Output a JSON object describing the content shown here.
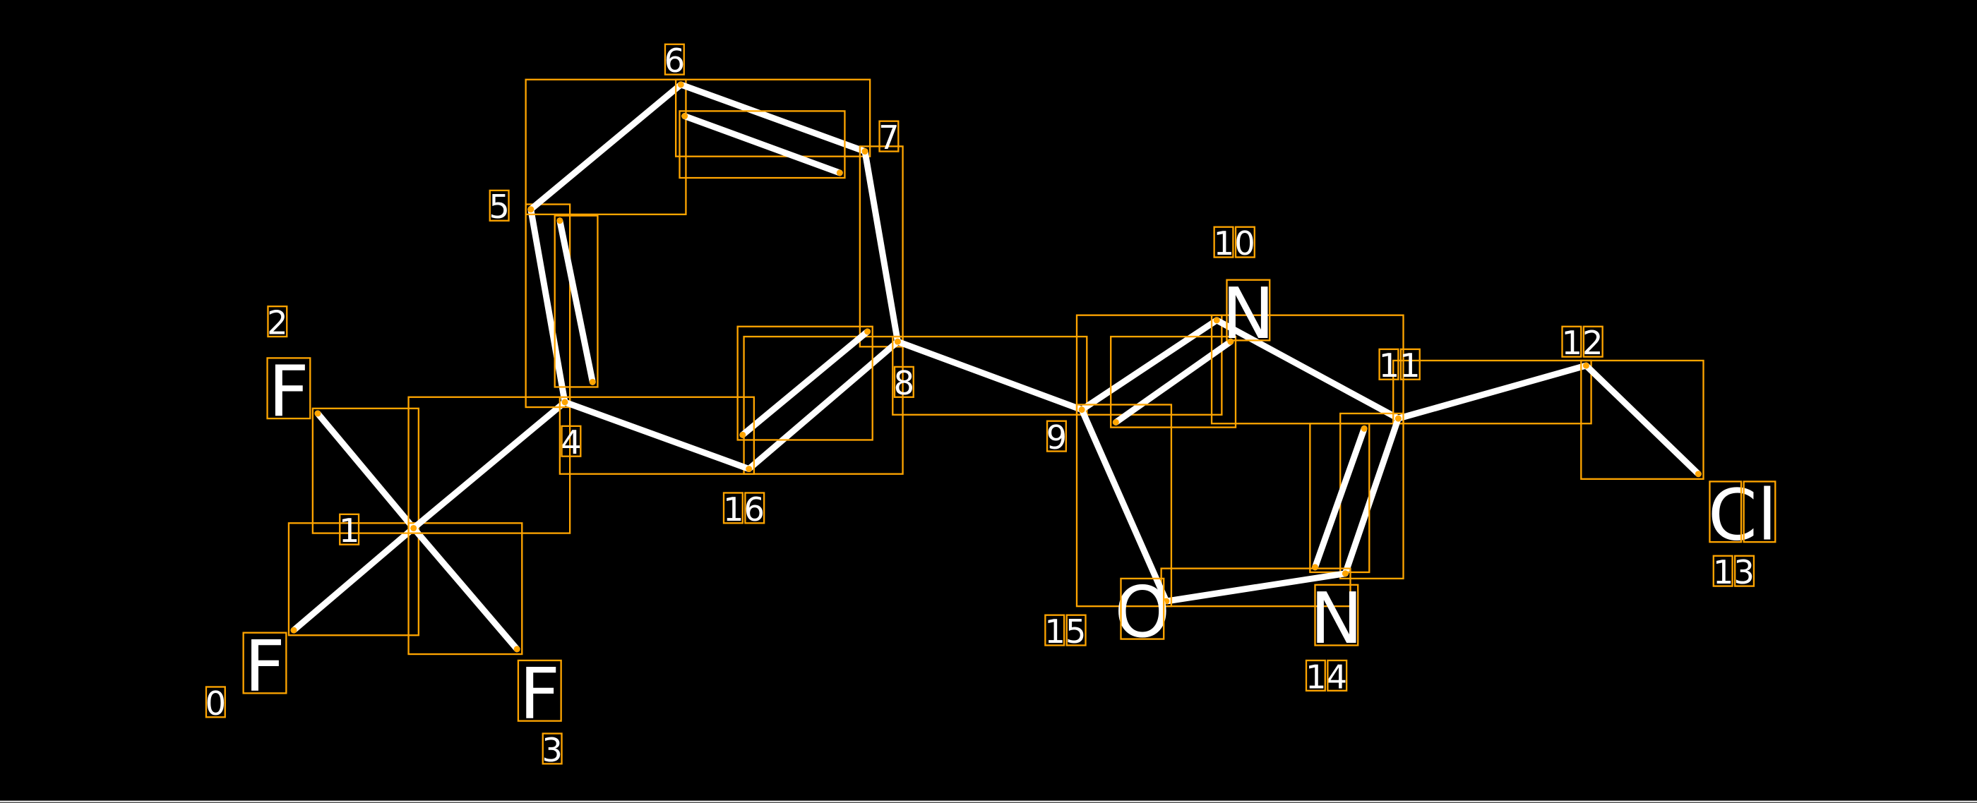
{
  "diagram": {
    "title": "molecule-graph",
    "colors": {
      "background": "#000000",
      "bond": "#FFFFFF",
      "box": "#FFA500"
    },
    "atoms": [
      {
        "index": "0",
        "symbol": "F"
      },
      {
        "index": "1",
        "symbol": ""
      },
      {
        "index": "2",
        "symbol": "F"
      },
      {
        "index": "3",
        "symbol": "F"
      },
      {
        "index": "4",
        "symbol": ""
      },
      {
        "index": "5",
        "symbol": ""
      },
      {
        "index": "6",
        "symbol": ""
      },
      {
        "index": "7",
        "symbol": ""
      },
      {
        "index": "8",
        "symbol": ""
      },
      {
        "index": "9",
        "symbol": ""
      },
      {
        "index": "10",
        "symbol": "N"
      },
      {
        "index": "11",
        "symbol": ""
      },
      {
        "index": "12",
        "symbol": ""
      },
      {
        "index": "13",
        "symbol": "Cl"
      },
      {
        "index": "14",
        "symbol": "N"
      },
      {
        "index": "15",
        "symbol": "O"
      },
      {
        "index": "16",
        "symbol": ""
      }
    ],
    "bonds": [
      {
        "a": 1,
        "b": 0,
        "order": 1
      },
      {
        "a": 1,
        "b": 2,
        "order": 1
      },
      {
        "a": 1,
        "b": 3,
        "order": 1
      },
      {
        "a": 1,
        "b": 4,
        "order": 1
      },
      {
        "a": 4,
        "b": 5,
        "order": 2
      },
      {
        "a": 5,
        "b": 6,
        "order": 1
      },
      {
        "a": 6,
        "b": 7,
        "order": 2
      },
      {
        "a": 7,
        "b": 8,
        "order": 1
      },
      {
        "a": 8,
        "b": 16,
        "order": 2
      },
      {
        "a": 16,
        "b": 4,
        "order": 1
      },
      {
        "a": 8,
        "b": 9,
        "order": 1
      },
      {
        "a": 9,
        "b": 10,
        "order": 2
      },
      {
        "a": 10,
        "b": 11,
        "order": 1
      },
      {
        "a": 11,
        "b": 12,
        "order": 1
      },
      {
        "a": 12,
        "b": 13,
        "order": 1
      },
      {
        "a": 11,
        "b": 14,
        "order": 2
      },
      {
        "a": 14,
        "b": 15,
        "order": 1
      },
      {
        "a": 15,
        "b": 9,
        "order": 1
      }
    ]
  }
}
